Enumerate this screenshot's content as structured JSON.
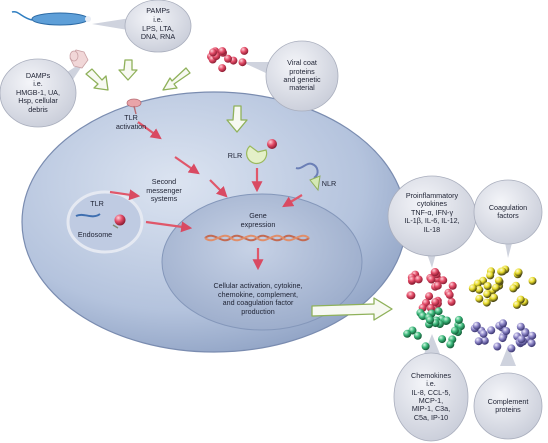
{
  "labels": {
    "pamps_title": "PAMPs",
    "pamps_items": "i.e.\nLPS, LTA,\nDNA, RNA",
    "damps": "DAMPs\ni.e.\nHMGB-1, UA,\nHsp, cellular\ndebris",
    "viral": "Viral coat\nproteins\nand genetic\nmaterial",
    "tlr_activation": "TLR\nactivation",
    "rlr": "RLR",
    "nlr": "NLR",
    "tlr_endosome": "TLR",
    "endosome": "Endosome",
    "second_messenger": "Second\nmessenger\nsystems",
    "gene_expression": "Gene\nexpression",
    "cellular_activation": "Cellular activation, cytokine,\nchemokine, complement,\nand coagulation factor\nproduction",
    "proinflammatory": "Proinflammatory\ncytokines\nTNF-α, IFN-γ\nIL-1β, IL-6, IL-12,\nIL-18",
    "coagulation": "Coagulation\nfactors",
    "chemokines": "Chemokines\ni.e.\nIL-8, CCL-5,\nMCP-1,\nMIP-1, C3a,\nC5a, IP-10",
    "complement": "Complement\nproteins"
  },
  "colors": {
    "cell_fill": "#b8c6de",
    "nucleus_fill": "#a9b8d2",
    "arrow": "#e0576a",
    "outline_arrow": "#8fb15a",
    "bubble_fill": "#d9dce6",
    "cytokine_red": "#e34b67",
    "coag_yellow": "#e8dc2a",
    "chemokine_green": "#3ab77a",
    "complement_purple": "#8b84c6"
  }
}
